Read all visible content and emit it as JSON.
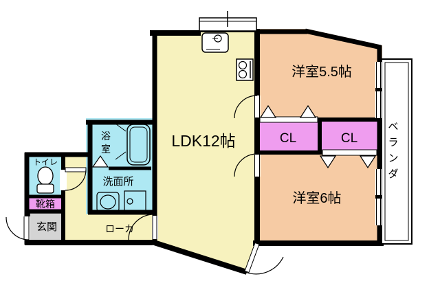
{
  "rooms": {
    "ldk": {
      "label": "LDK12帖"
    },
    "bedroom1": {
      "label": "洋室5.5帖"
    },
    "bedroom2": {
      "label": "洋室6帖"
    },
    "closet1": {
      "label": "CL"
    },
    "closet2": {
      "label": "CL"
    },
    "bath": {
      "char1": "浴",
      "char2": "室"
    },
    "washroom": {
      "label": "洗面所"
    },
    "toilet": {
      "label": "トイレ"
    },
    "shoebox": {
      "label": "靴箱"
    },
    "entrance": {
      "label": "玄関"
    },
    "hallway": {
      "label": "ローカ"
    },
    "veranda": {
      "char1": "ベ",
      "char2": "ラ",
      "char3": "ン",
      "char4": "ダ"
    }
  },
  "colors": {
    "ldk": "#F7F2BE",
    "bedroom": "#F6CBA4",
    "closet": "#EF9DEF",
    "wet_area": "#AEE8F3",
    "entrance_floor": "#D4D4D4",
    "wall": "#000000",
    "background": "#FFFFFF"
  }
}
